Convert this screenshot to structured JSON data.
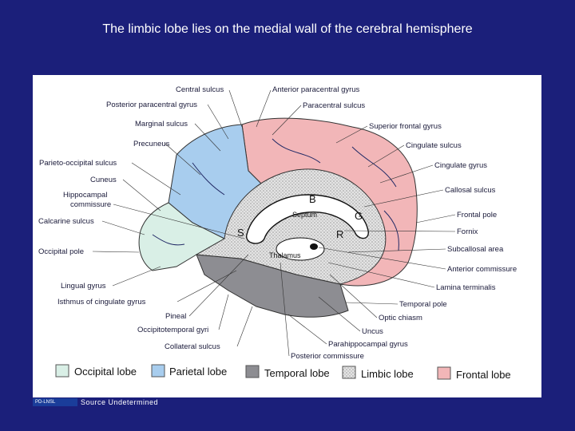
{
  "title": "The limbic lobe lies on the medial wall of the cerebral hemisphere",
  "labels_left": [
    "Central sulcus",
    "Posterior paracentral gyrus",
    "Marginal sulcus",
    "Precuneus",
    "Parieto-occipital sulcus",
    "Cuneus",
    "Hippocampal",
    "commissure",
    "Calcarine sulcus",
    "Occipital pole",
    "Lingual gyrus",
    "Isthmus of cingulate gyrus",
    "Pineal",
    "Occipitotemporal gyri",
    "Collateral sulcus"
  ],
  "labels_right": [
    "Anterior paracentral gyrus",
    "Paracentral sulcus",
    "Superior frontal gyrus",
    "Cingulate sulcus",
    "Cingulate gyrus",
    "Callosal sulcus",
    "Frontal pole",
    "Fornix",
    "Subcallosal area",
    "Anterior commissure",
    "Lamina terminalis",
    "Temporal pole",
    "Optic chiasm",
    "Uncus",
    "Parahippocampal gyrus",
    "Posterior commissure"
  ],
  "inner_labels": {
    "B": "B",
    "G": "G",
    "S": "S",
    "R": "R",
    "septum": "Septum",
    "thalamus": "Thalamus"
  },
  "legend": [
    {
      "label": "Occipital lobe",
      "color": "#d9efe6"
    },
    {
      "label": "Parietal lobe",
      "color": "#a8cdee"
    },
    {
      "label": "Temporal lobe",
      "color": "#8d8d92"
    },
    {
      "label": "Limbic lobe",
      "color": "#d8d8d8"
    },
    {
      "label": "Frontal lobe",
      "color": "#f2b6b8"
    }
  ],
  "source": "Source Undetermined",
  "logo_text": "PD-LNSL"
}
